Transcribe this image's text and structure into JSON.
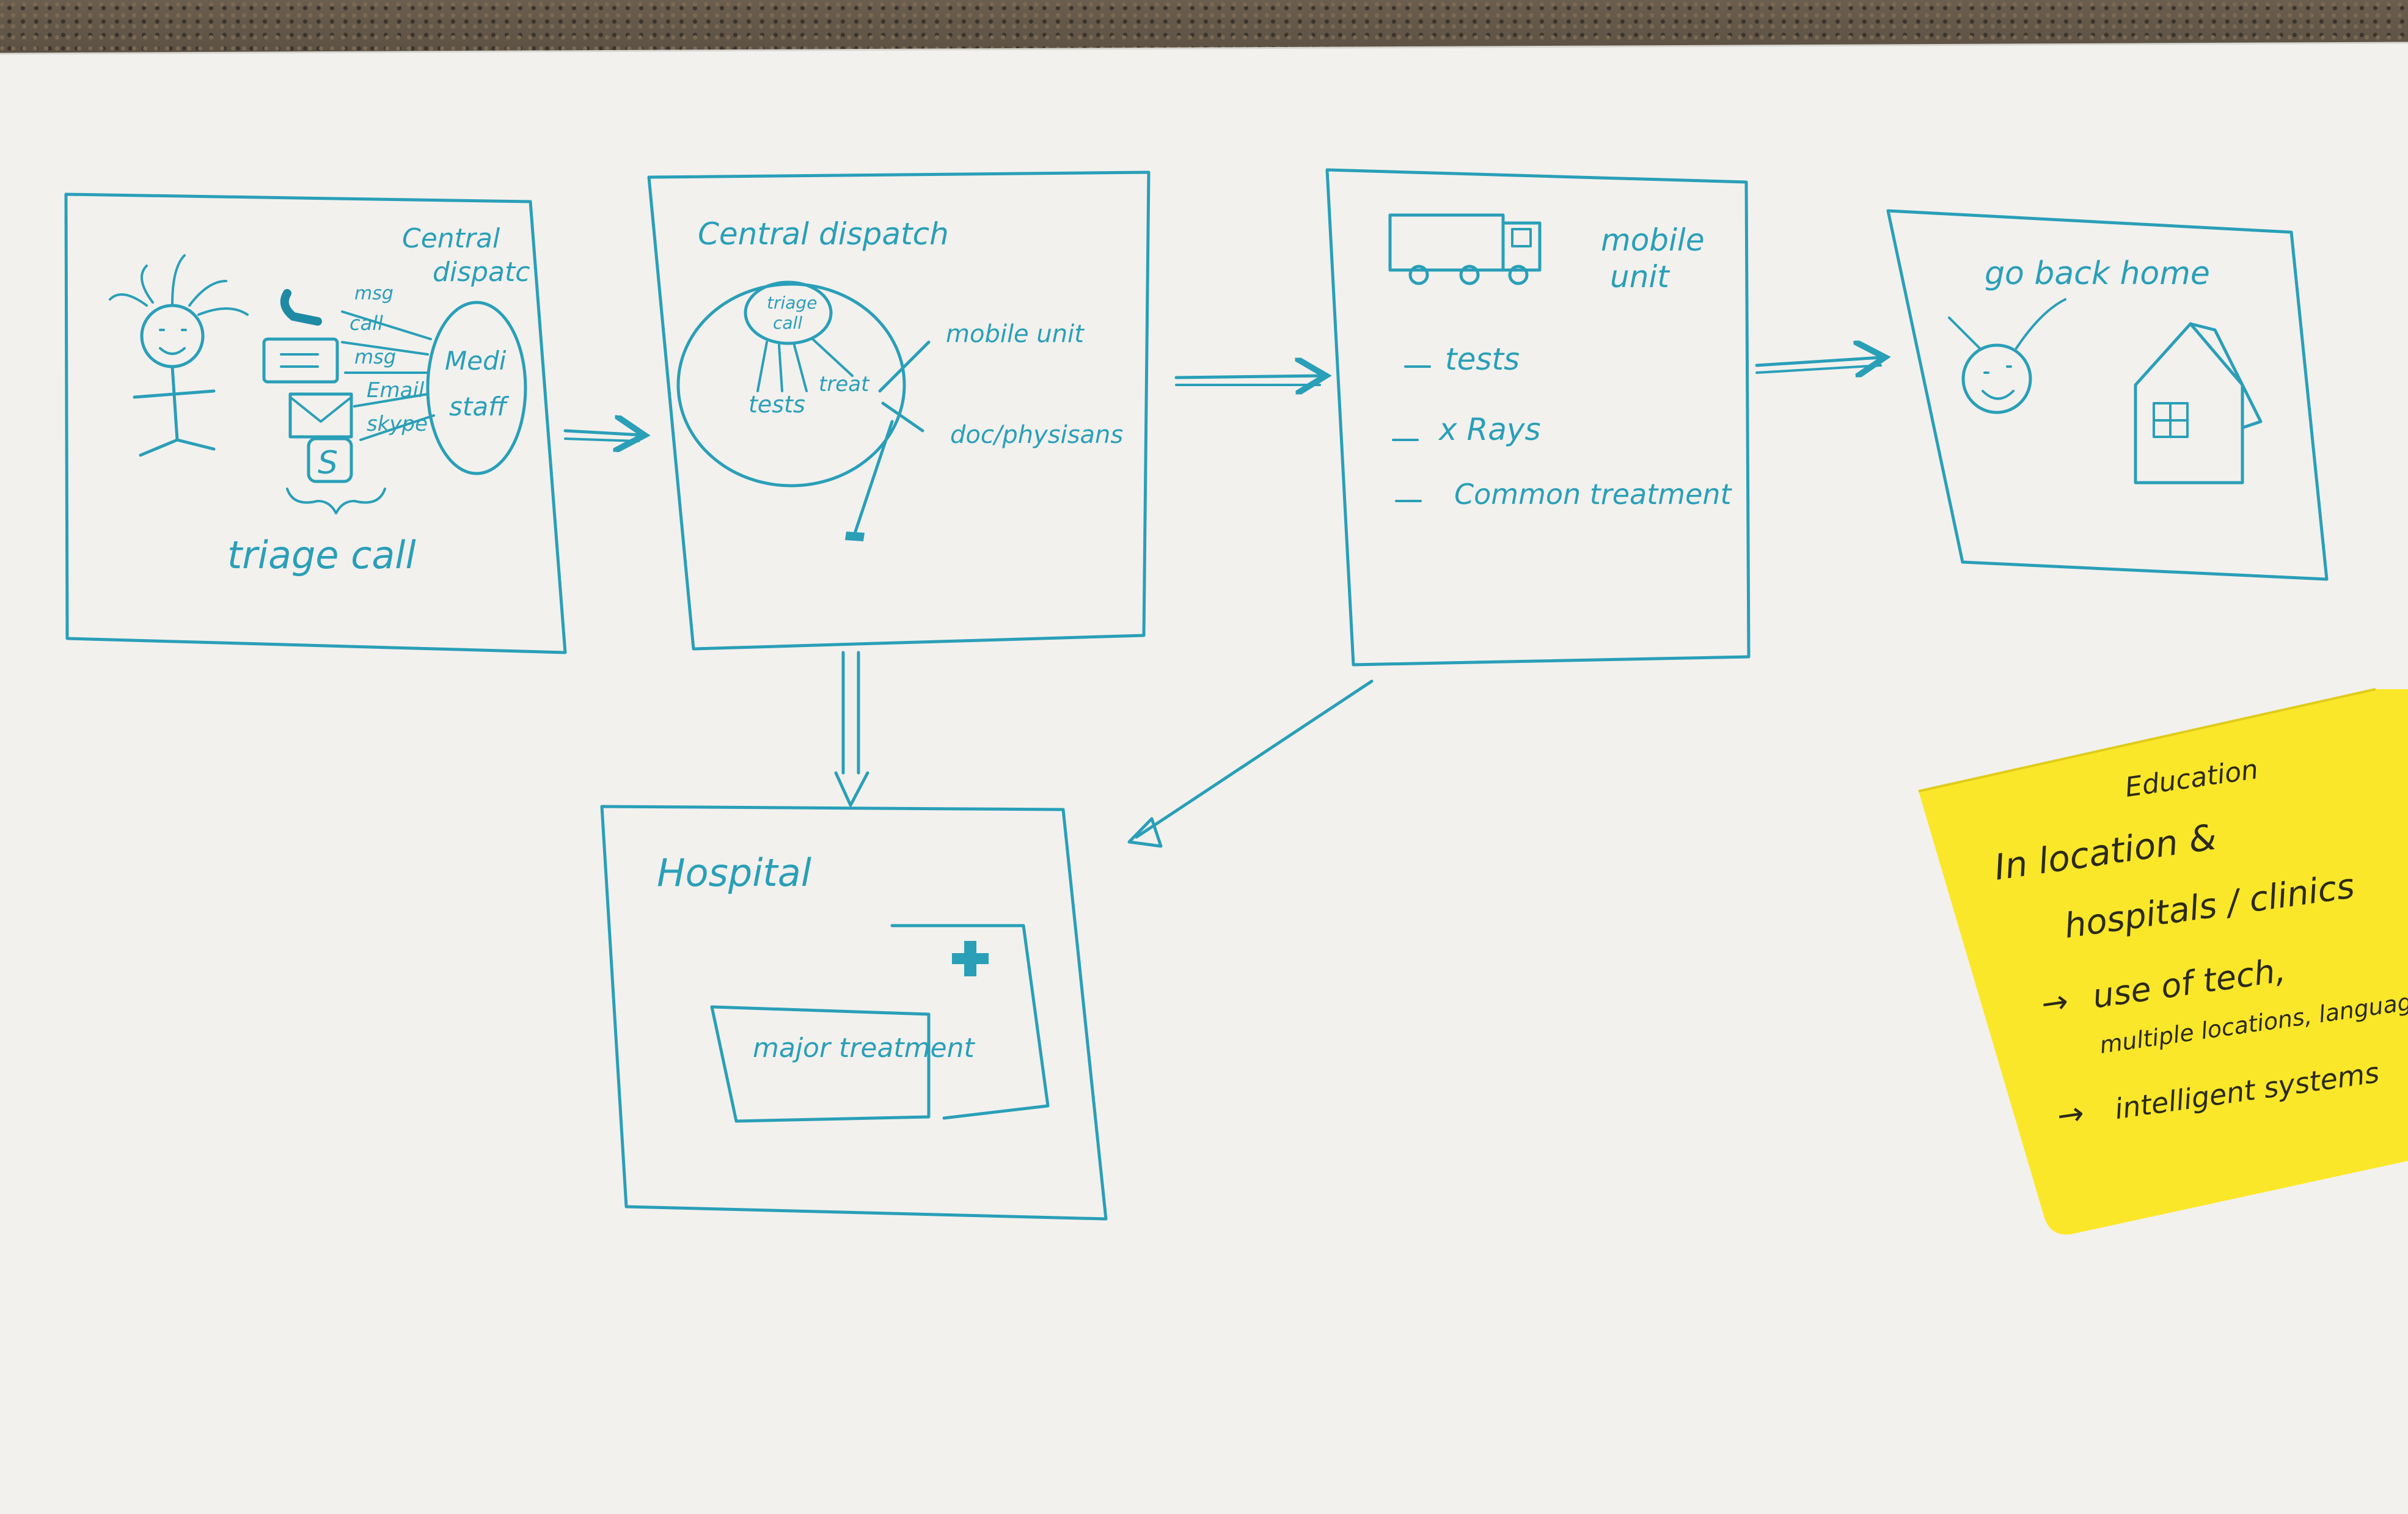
{
  "box1": {
    "corner_label_1": "Central",
    "corner_label_2": "dispatc",
    "channels": [
      "msg",
      "call",
      "msg",
      "Email",
      "skype"
    ],
    "ellipse_label_1": "Medi",
    "ellipse_label_2": "staff",
    "caption": "triage call"
  },
  "box2": {
    "title": "Central dispatch",
    "circle_label_1": "triage",
    "circle_label_2": "call",
    "tests": "tests",
    "treat": "treat",
    "branch_1": "mobile unit",
    "branch_2": "doc/physisans"
  },
  "box3": {
    "title_1": "mobile",
    "title_2": "unit",
    "items": [
      "tests",
      "x Rays",
      "Common treatment"
    ]
  },
  "box4": {
    "title": "go back home"
  },
  "box5": {
    "title": "Hospital",
    "inner": "major treatment"
  },
  "sticky_note": {
    "line_1": "Education",
    "line_2": "In location &",
    "line_3": "hospitals / clinics",
    "line_4": "use of tech,",
    "line_5": "multiple locations, languages",
    "line_6": "intelligent systems"
  },
  "colors": {
    "ink": "#2a9fb8",
    "paper": "#f2f1ee",
    "note": "#fbe729"
  }
}
